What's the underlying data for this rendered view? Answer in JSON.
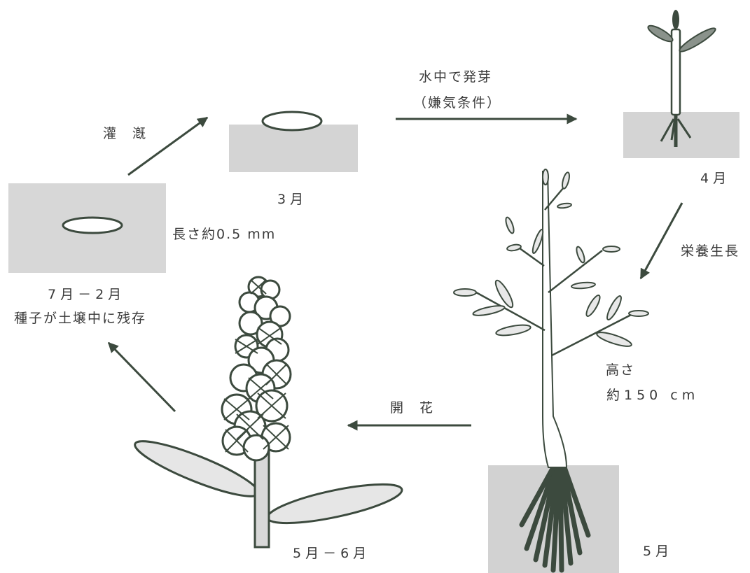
{
  "labels": {
    "irrigation": "灌　漑",
    "march": "3月",
    "germination_line1": "水中で発芽",
    "germination_line2": "（嫌気条件）",
    "april": "4月",
    "seed_length": "長さ約0.5 mm",
    "jul_feb": "7月－2月",
    "seed_remains": "種子が土壌中に残存",
    "vegetative_growth": "栄養生長",
    "height_line1": "高さ",
    "height_line2": "約150 cm",
    "flowering": "開　花",
    "may_june": "5月－6月",
    "may": "5月"
  },
  "colors": {
    "ink": "#3c4a3e",
    "soil": "#d2d2d2",
    "soil_light": "#dedede",
    "leaf_fill": "#e8e8e8"
  }
}
